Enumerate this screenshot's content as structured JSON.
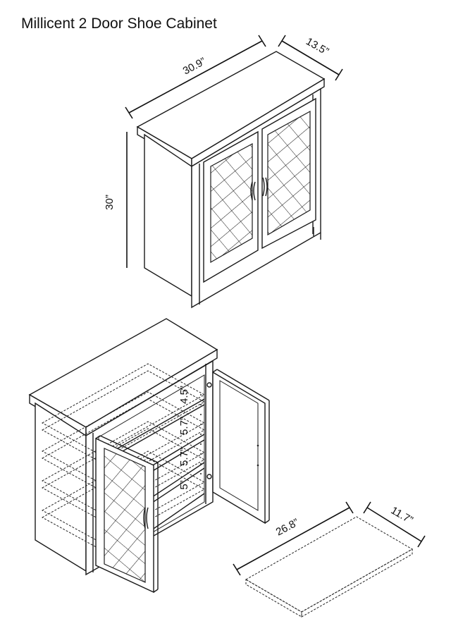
{
  "title": "Millicent 2 Door Shoe Cabinet",
  "dimensions": {
    "width": "30.9”",
    "depth": "13.5”",
    "height": "30”"
  },
  "shelf_spacing": {
    "s1": "4.5”",
    "s2": "5.7”",
    "s3": "5.7”",
    "s4": "5”"
  },
  "shelf_panel": {
    "length": "26.8”",
    "depth": "11.7”"
  }
}
